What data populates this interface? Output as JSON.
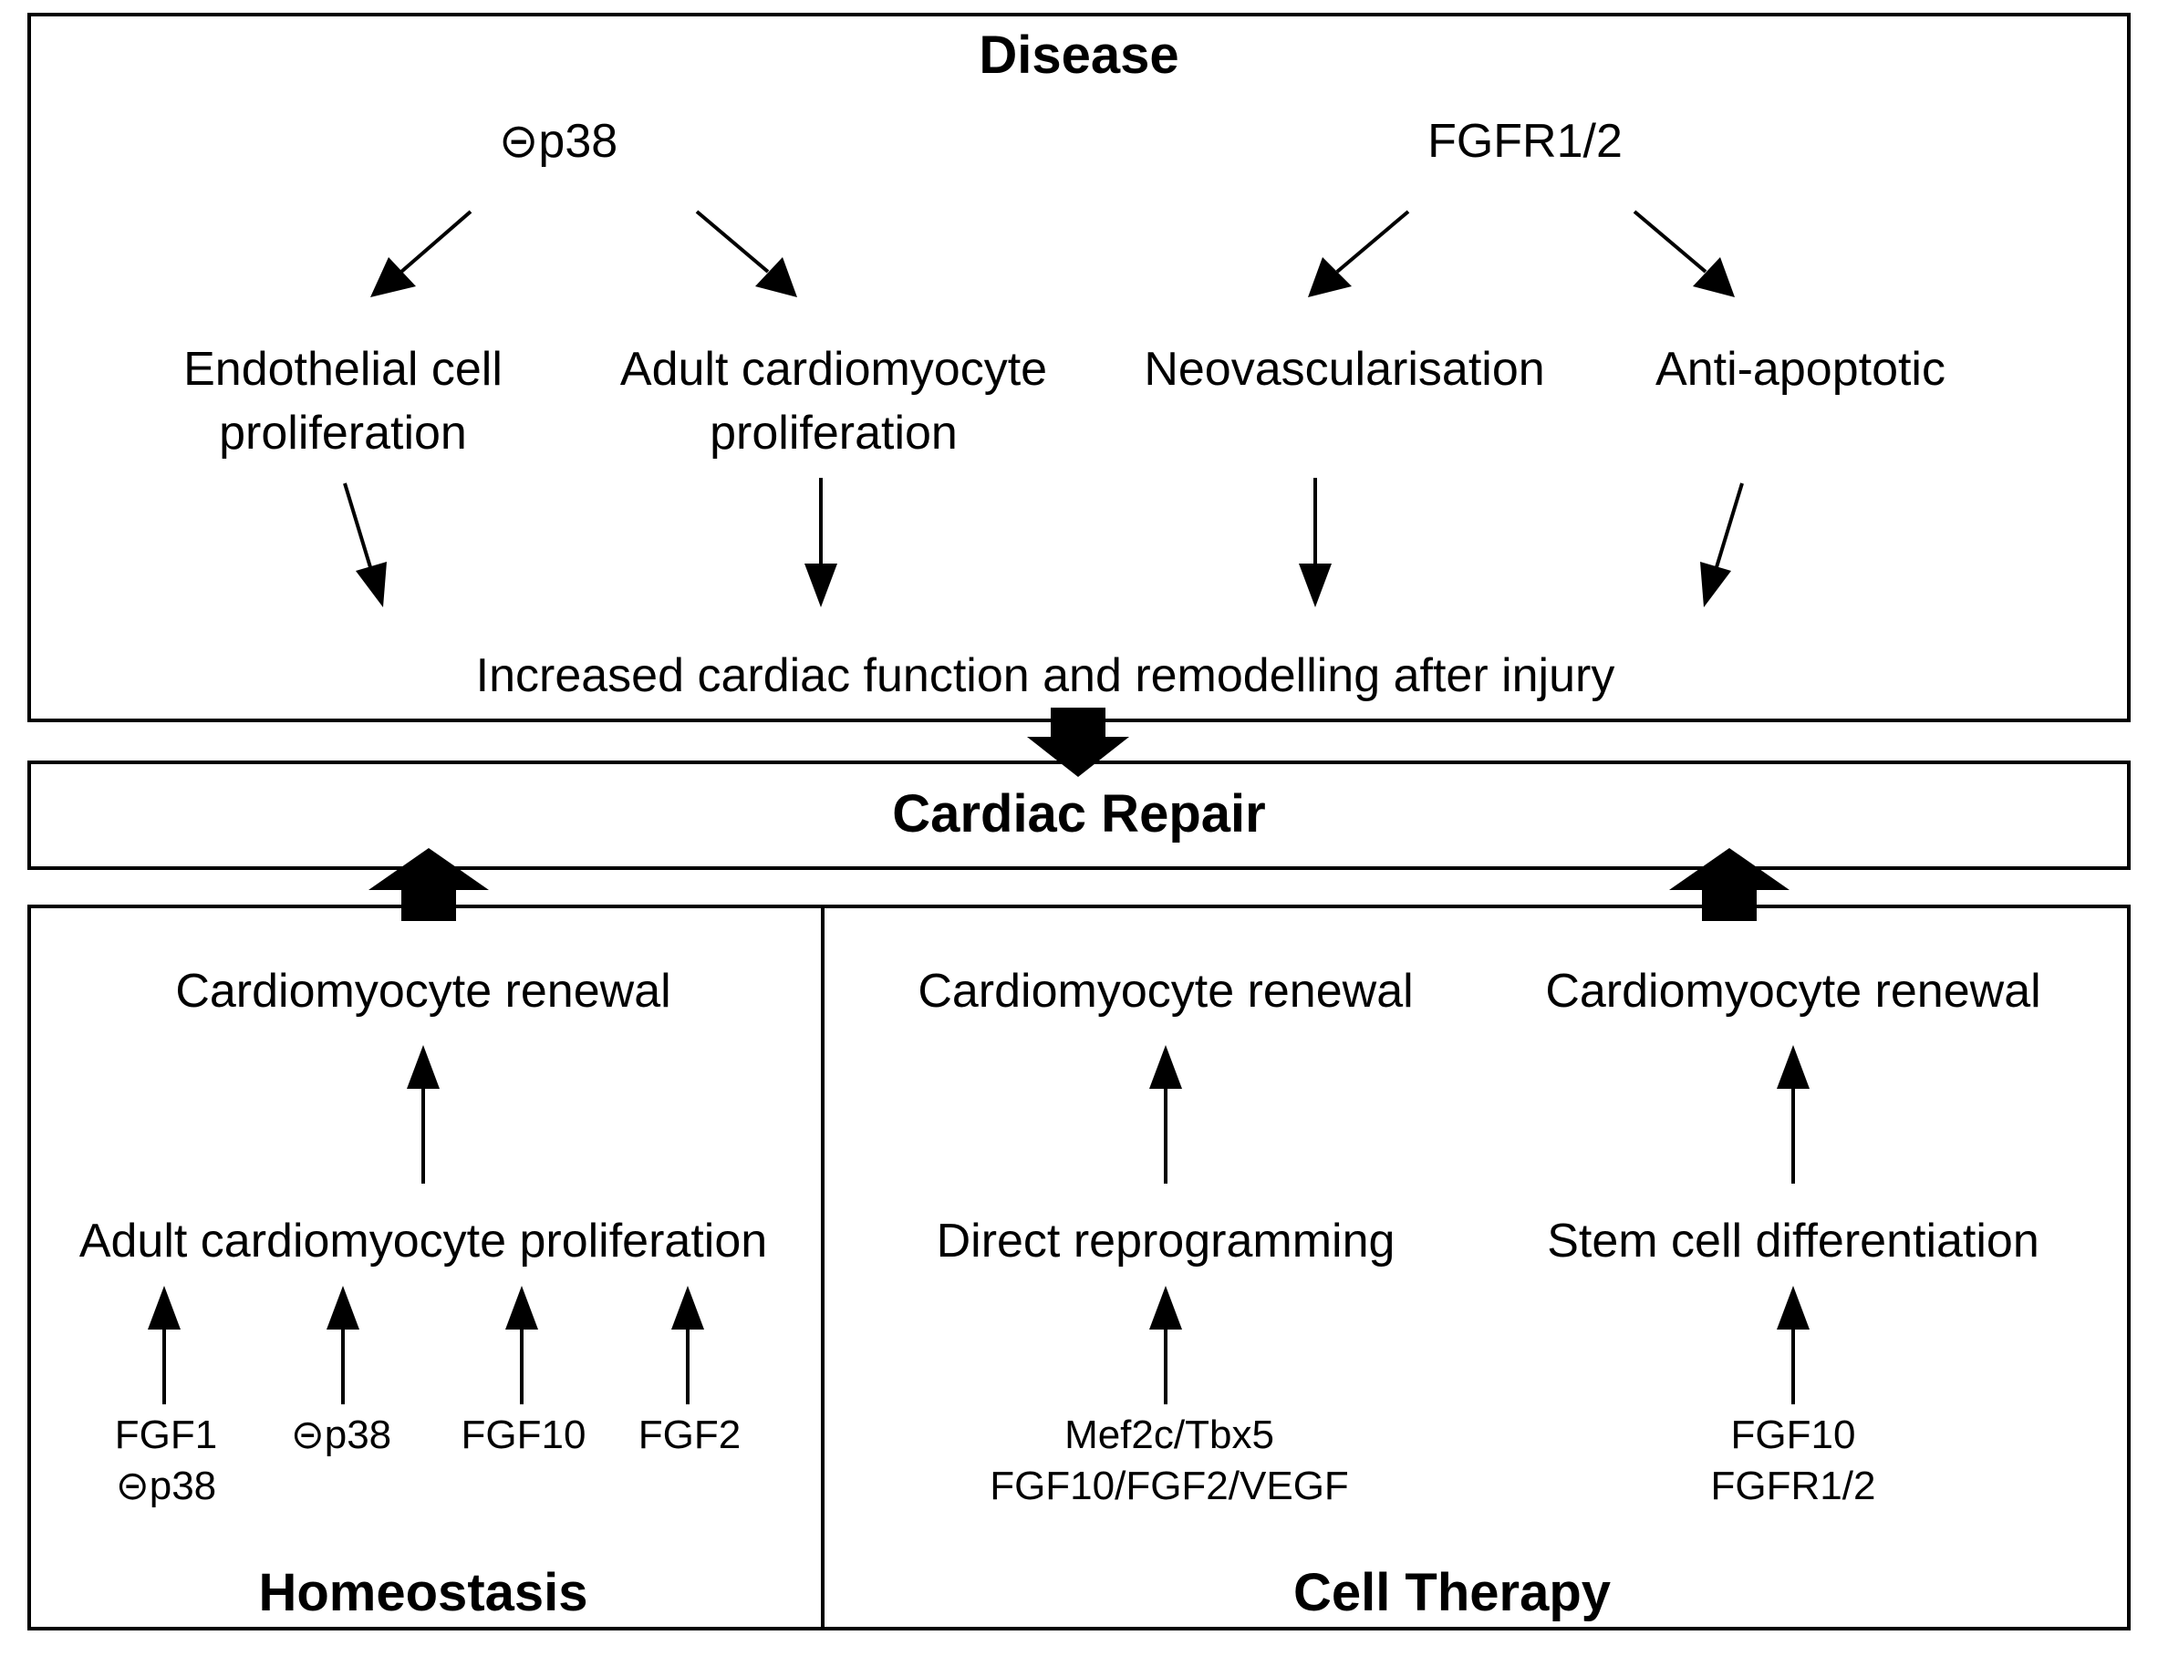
{
  "disease": {
    "title": "Disease",
    "sources": {
      "p38": "⊝p38",
      "fgfr": "FGFR1/2"
    },
    "effects": {
      "endothelial_l1": "Endothelial cell",
      "endothelial_l2": "proliferation",
      "adult_l1": "Adult cardiomyocyte",
      "adult_l2": "proliferation",
      "neovascularisation": "Neovascularisation",
      "anti_apoptotic": "Anti-apoptotic"
    },
    "outcome": "Increased cardiac function and remodelling after injury"
  },
  "cardiac_repair": {
    "title": "Cardiac Repair"
  },
  "homeostasis": {
    "title": "Homeostasis",
    "renewal": "Cardiomyocyte renewal",
    "process": "Adult cardiomyocyte proliferation",
    "factors": {
      "f1_l1": "FGF1",
      "f1_l2": "⊝p38",
      "f2": "⊝p38",
      "f3": "FGF10",
      "f4": "FGF2"
    }
  },
  "cell_therapy": {
    "title": "Cell Therapy",
    "left": {
      "renewal": "Cardiomyocyte renewal",
      "process": "Direct reprogramming",
      "factors_l1": "Mef2c/Tbx5",
      "factors_l2": "FGF10/FGF2/VEGF"
    },
    "right": {
      "renewal": "Cardiomyocyte renewal",
      "process": "Stem cell differentiation",
      "factors_l1": "FGF10",
      "factors_l2": "FGFR1/2"
    }
  }
}
